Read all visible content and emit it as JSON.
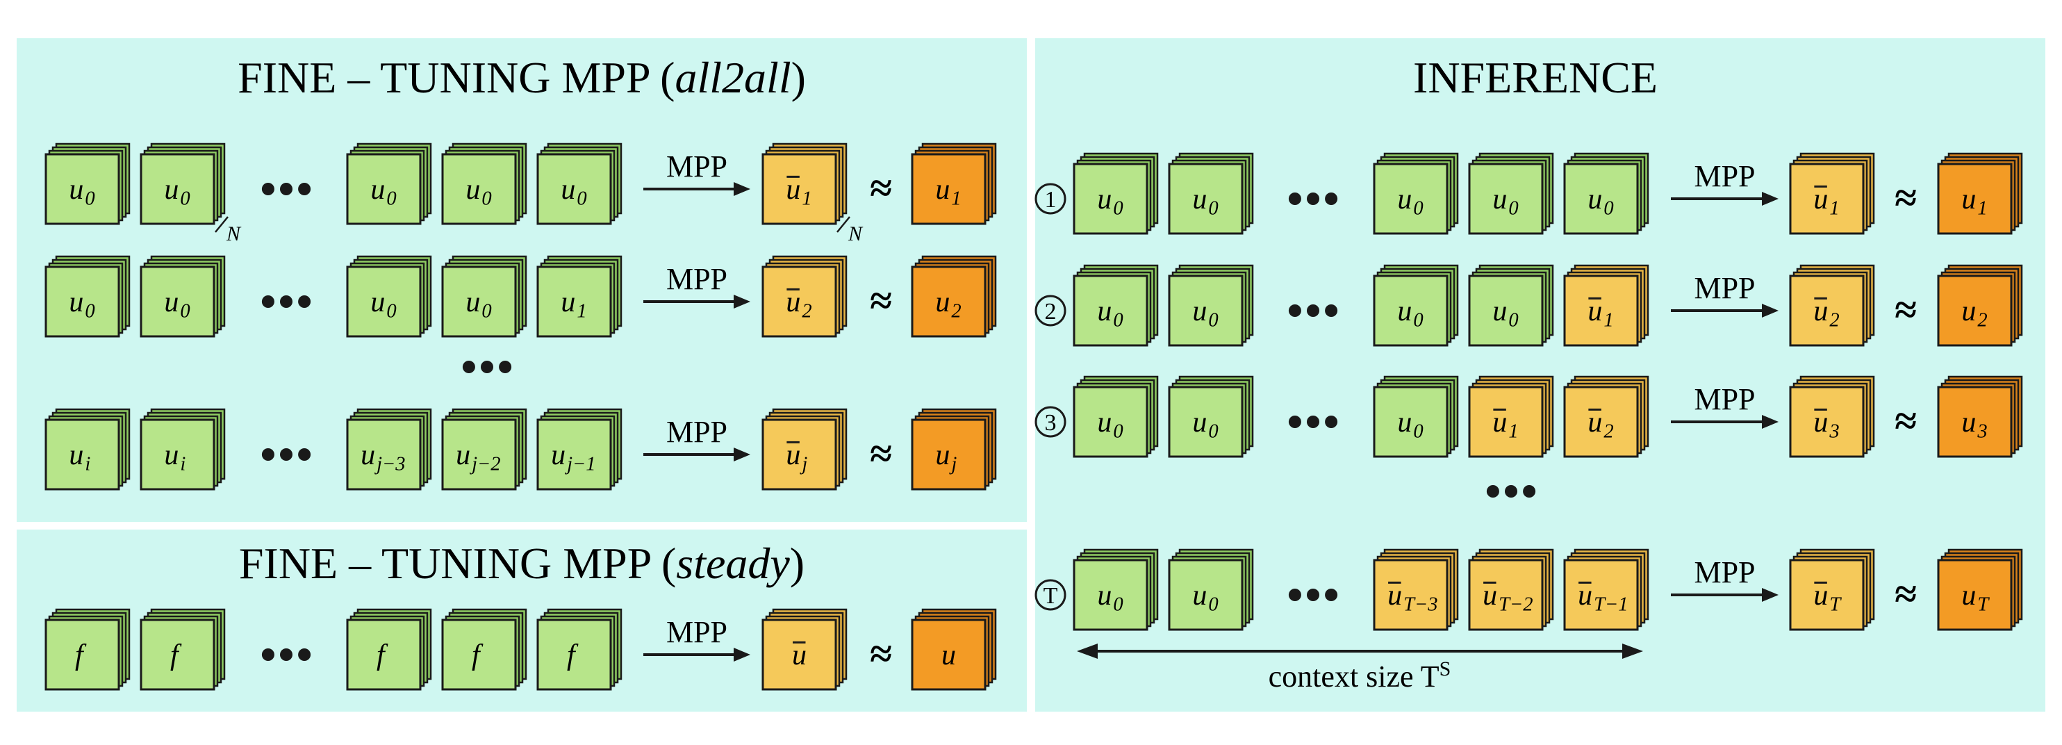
{
  "colors": {
    "panel": "#cff7f1",
    "green_face": "#b7e58a",
    "green_back": "#8fcc62",
    "yellow_face": "#f5c95a",
    "yellow_back": "#e7b545",
    "orange_face": "#f39b25",
    "orange_back": "#d8811a",
    "stroke": "#1a1a1a"
  },
  "panels": {
    "finetune_all2all": {
      "title": "FINE – TUNING MPP",
      "title_suffix": "all2all",
      "rows": [
        {
          "inputs": [
            "u_0",
            "u_0",
            "u_0",
            "u_0",
            "u_0"
          ],
          "arrow_label": "MPP",
          "pred": "ū_1",
          "target": "u_1",
          "n_marks": true
        },
        {
          "inputs": [
            "u_0",
            "u_0",
            "u_0",
            "u_0",
            "u_1"
          ],
          "arrow_label": "MPP",
          "pred": "ū_2",
          "target": "u_2"
        },
        {
          "inputs": [
            "u_i",
            "u_i",
            "u_{j−3}",
            "u_{j−2}",
            "u_{j−1}"
          ],
          "arrow_label": "MPP",
          "pred": "ū_j",
          "target": "u_j"
        }
      ],
      "n_label": "N"
    },
    "finetune_steady": {
      "title": "FINE – TUNING MPP",
      "title_suffix": "steady",
      "rows": [
        {
          "inputs": [
            "f",
            "f",
            "f",
            "f",
            "f"
          ],
          "arrow_label": "MPP",
          "pred": "ū",
          "target": "u"
        }
      ]
    },
    "inference": {
      "title": "INFERENCE",
      "rows": [
        {
          "step": "1",
          "inputs": [
            "u_0",
            "u_0",
            "u_0",
            "u_0",
            "u_0"
          ],
          "arrow_label": "MPP",
          "pred": "ū_1",
          "target": "u_1"
        },
        {
          "step": "2",
          "inputs": [
            "u_0",
            "u_0",
            "u_0",
            "u_0",
            "ū_1"
          ],
          "arrow_label": "MPP",
          "pred": "ū_2",
          "target": "u_2"
        },
        {
          "step": "3",
          "inputs": [
            "u_0",
            "u_0",
            "u_0",
            "ū_1",
            "ū_2"
          ],
          "arrow_label": "MPP",
          "pred": "ū_3",
          "target": "u_3"
        },
        {
          "step": "T",
          "inputs": [
            "u_0",
            "u_0",
            "ū_{T−3}",
            "ū_{T−2}",
            "ū_{T−1}"
          ],
          "arrow_label": "MPP",
          "pred": "ū_T",
          "target": "u_T"
        }
      ],
      "context_label": "context size T",
      "context_sup": "S"
    }
  },
  "symbols": {
    "approx": "≈"
  }
}
